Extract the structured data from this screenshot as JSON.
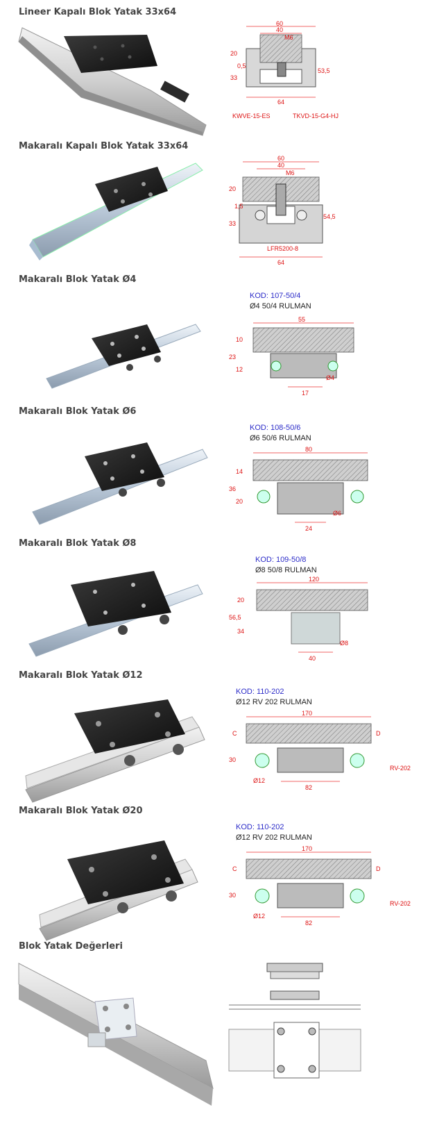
{
  "sections": [
    {
      "title": "Lineer Kapalı Blok Yatak 33x64",
      "dims": [
        "60",
        "40",
        "M6",
        "20",
        "33",
        "0,5",
        "53,5",
        "64"
      ],
      "labels": [
        "KWVE-15-ES",
        "TKVD-15-G4-HJ"
      ]
    },
    {
      "title": "Makaralı Kapalı Blok Yatak 33x64",
      "dims": [
        "60",
        "40",
        "M6",
        "20",
        "33",
        "1,5",
        "54,5",
        "64"
      ],
      "labels": [
        "LFR5200-8"
      ]
    },
    {
      "title": "Makaralı Blok Yatak Ø4",
      "kod": "KOD: 107-50/4",
      "sub": "Ø4 50/4 RULMAN",
      "dims": [
        "55",
        "10",
        "23",
        "12",
        "17",
        "Ø4"
      ]
    },
    {
      "title": "Makaralı Blok Yatak Ø6",
      "kod": "KOD: 108-50/6",
      "sub": "Ø6 50/6 RULMAN",
      "dims": [
        "80",
        "14",
        "36",
        "20",
        "24",
        "Ø6"
      ]
    },
    {
      "title": "Makaralı Blok Yatak Ø8",
      "kod": "KOD: 109-50/8",
      "sub": "Ø8 50/8 RULMAN",
      "dims": [
        "120",
        "20",
        "56,5",
        "34",
        "40",
        "Ø8"
      ]
    },
    {
      "title": "Makaralı Blok Yatak Ø12",
      "kod": "KOD: 110-202",
      "sub": "Ø12 RV 202 RULMAN",
      "dims": [
        "170",
        "C",
        "D",
        "30",
        "82",
        "Ø12"
      ],
      "labels": [
        "RV-202"
      ]
    },
    {
      "title": "Makaralı Blok Yatak Ø20",
      "kod": "KOD: 110-202",
      "sub": "Ø12 RV 202 RULMAN",
      "dims": [
        "170",
        "C",
        "D",
        "30",
        "82",
        "Ø12"
      ],
      "labels": [
        "RV-202"
      ]
    },
    {
      "title": "Blok Yatak Değerleri"
    }
  ],
  "colors": {
    "dimension": "#dd1111",
    "code": "#2b2bc8",
    "rail": "#c9d6e4",
    "block": "#1a1a1a"
  }
}
